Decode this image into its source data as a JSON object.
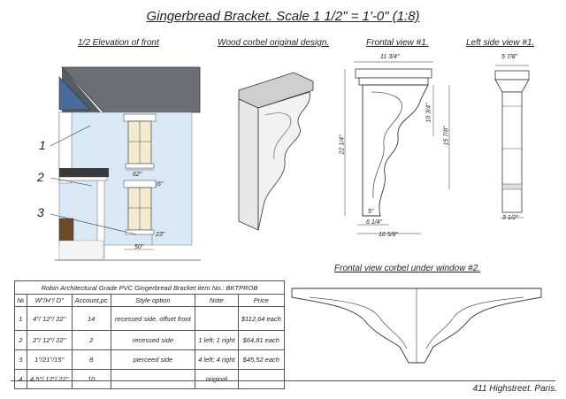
{
  "title": "Gingerbread Bracket. Scale 1 1/2\" = 1'-0\" (1:8)",
  "subtitles": {
    "elevation": "1/2 Elevation of front",
    "wood_corbel": "Wood corbel original design.",
    "frontal": "Frontal view #1.",
    "left_side": "Left side view #1.",
    "corbel_window": "Frontal view corbel under window #2."
  },
  "callouts": [
    "1",
    "2",
    "3"
  ],
  "house_dims": {
    "top": "62\"",
    "width": "50\"",
    "gap": "6\"",
    "sill": "23\""
  },
  "frontal_dims": {
    "top_width": "11 3/4\"",
    "height_total": "22 1/4\"",
    "height_mid": "10 3/4\"",
    "height_right": "15 7/8\"",
    "bottom_small": "5\"",
    "bottom_mid": "6 1/4\"",
    "bottom_full": "10 5/8\""
  },
  "side_dims": {
    "top": "5 7/8\"",
    "bottom": "3 1/2\""
  },
  "table": {
    "caption": "Robin Architectural Grade PVC Gingerbread Bracket item No.: BKTPROB",
    "headers": [
      "№",
      "W\"/H\"/ D\"",
      "Account,pc",
      "Style option",
      "Note",
      "Price"
    ],
    "rows": [
      [
        "1",
        "4\"/ 12\"/ 22\"",
        "14",
        "recessed side, offset front",
        "",
        "$112,64 each"
      ],
      [
        "2",
        "2\"/ 12\"/ 22\"",
        "2",
        "recessed side",
        "1 left; 1 right",
        "$64,81 each"
      ],
      [
        "3",
        "1\"/21\"/15\"",
        "8",
        "pierceed side",
        "4 left; 4 right",
        "$45,52 each"
      ],
      [
        "4",
        "4,5\"/ 12\"/ 22\"",
        "10",
        "",
        "original",
        ""
      ]
    ]
  },
  "footer": "411 Highstreet. Paris."
}
